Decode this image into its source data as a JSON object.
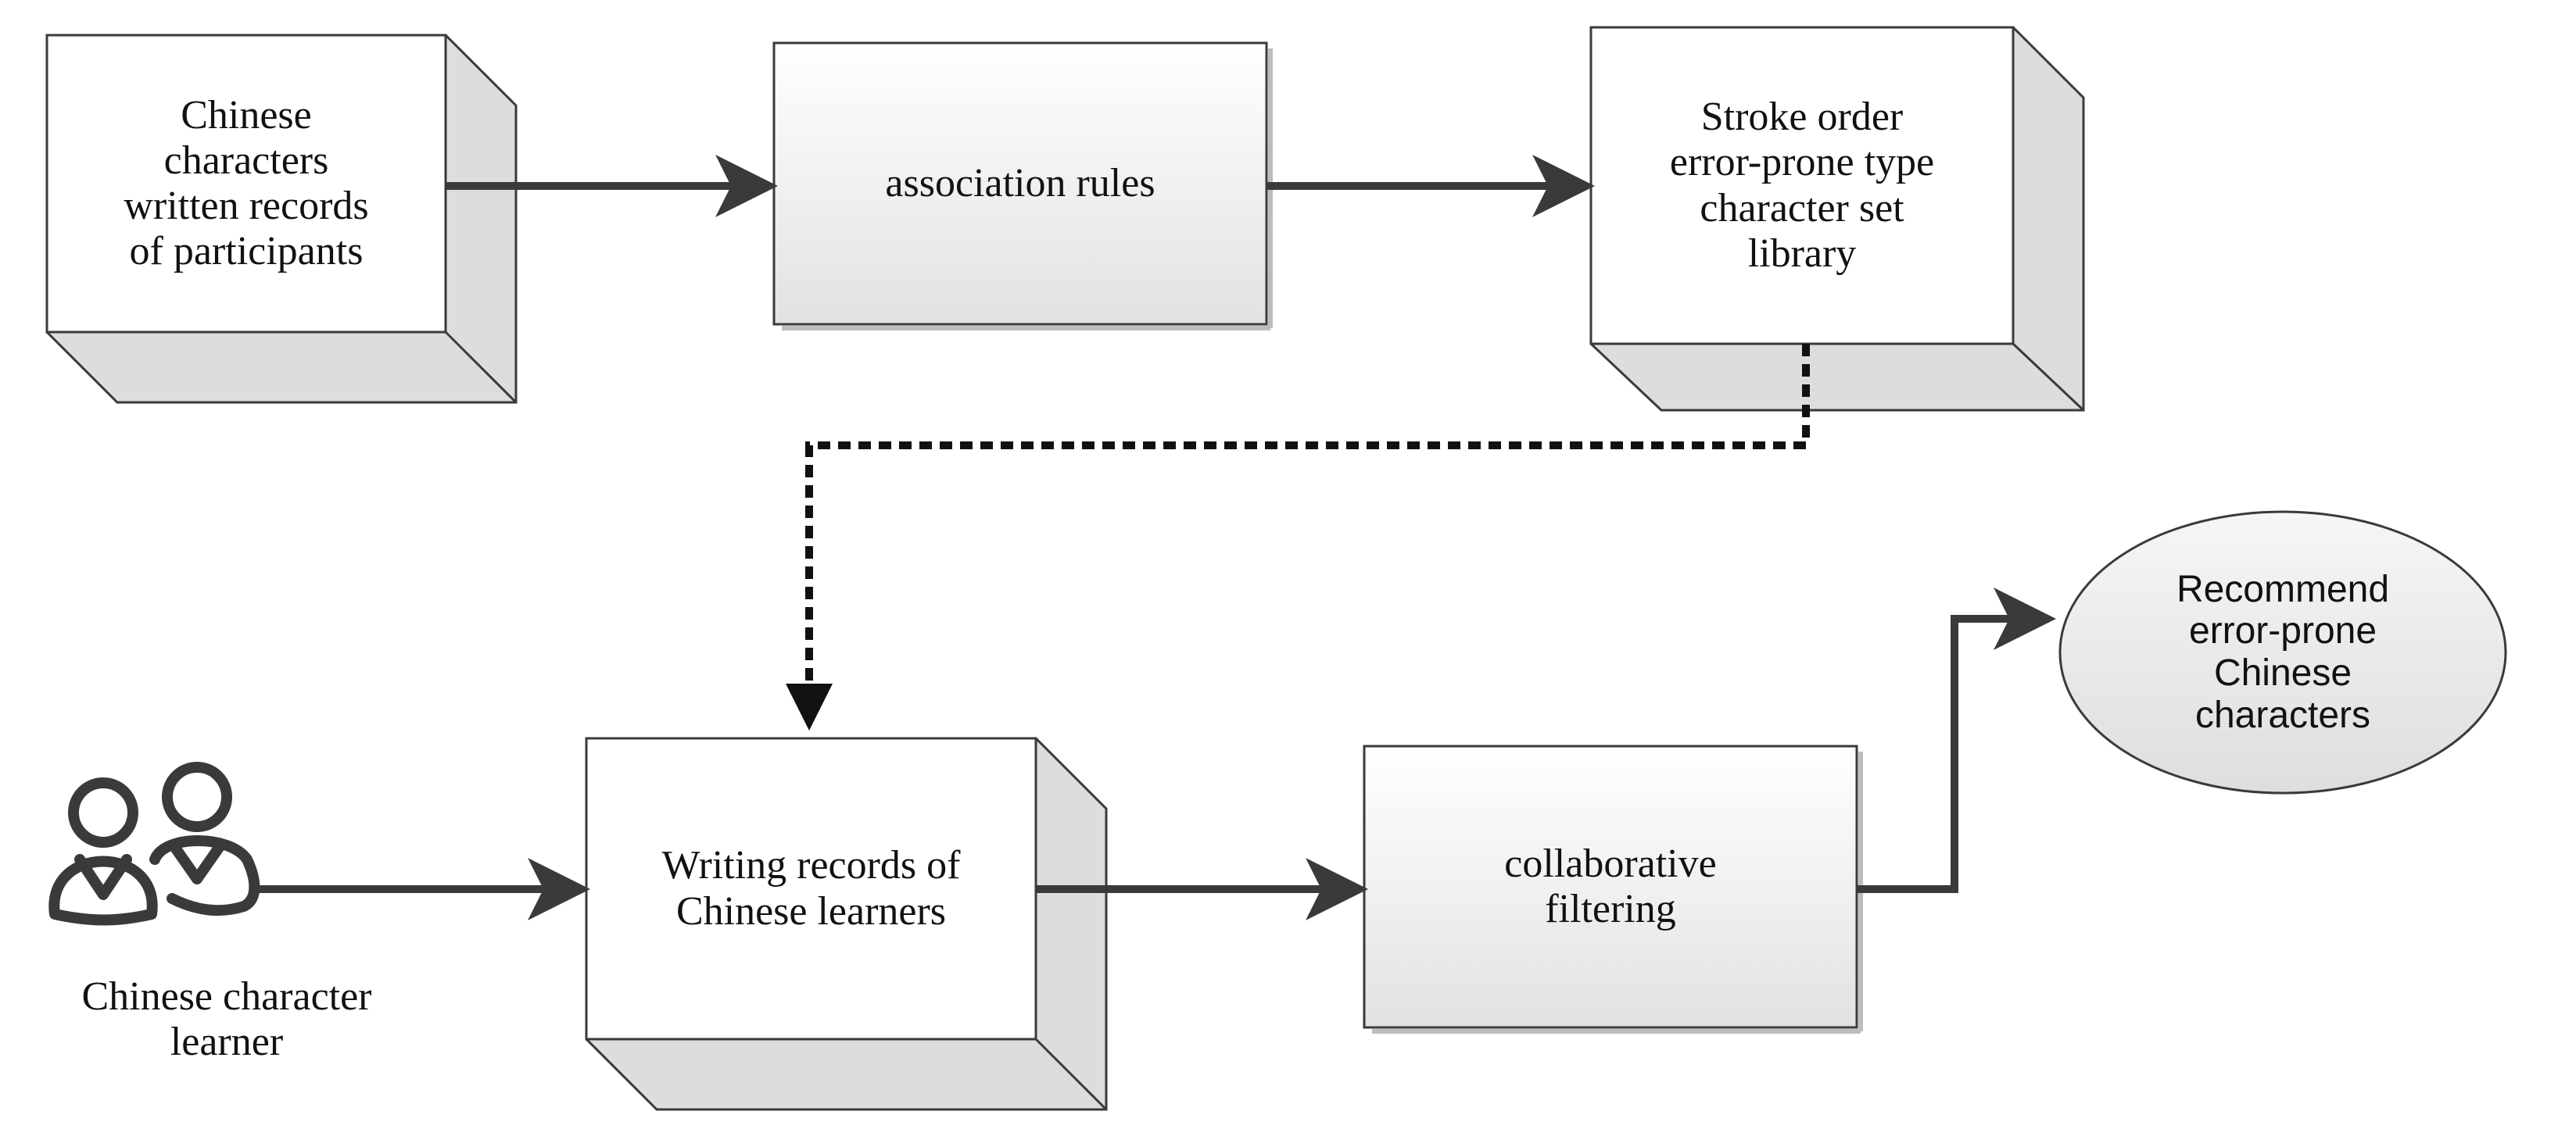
{
  "nodes": {
    "participants_records": "Chinese\ncharacters\nwritten records\nof participants",
    "association_rules": "association rules",
    "error_prone_library": "Stroke order\nerror-prone type\ncharacter set\nlibrary",
    "learner_records": "Writing records of\nChinese learners",
    "collaborative_filtering": "collaborative\nfiltering",
    "recommendation": "Recommend\nerror-prone\nChinese\ncharacters"
  },
  "actor": {
    "label": "Chinese character\nlearner",
    "icon": "users-icon"
  },
  "colors": {
    "stroke": "#3a3a3a",
    "box_fill_light": "#ffffff",
    "box_fill_dark": "#e4e4e4",
    "side_face": "#dcdcdc",
    "ellipse_fill": "#e8e8e8"
  }
}
